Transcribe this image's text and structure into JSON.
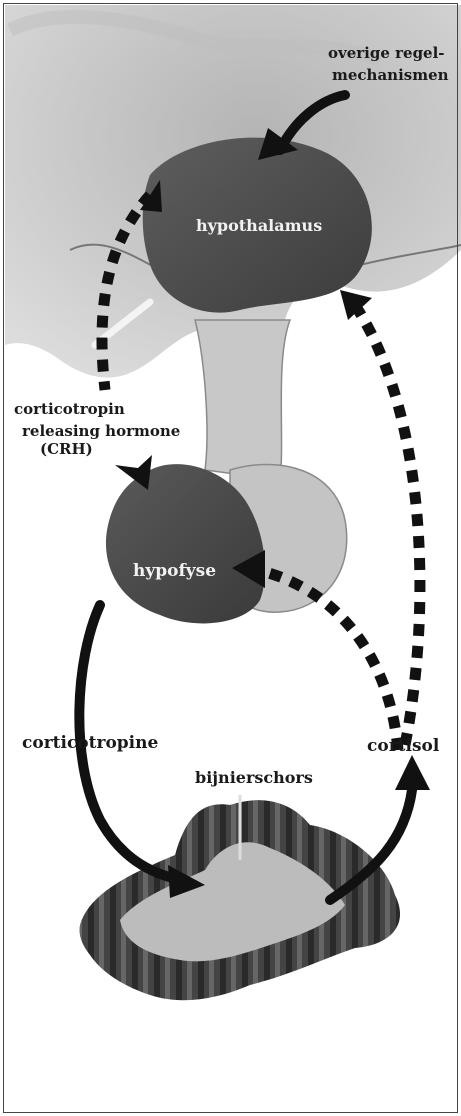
{
  "labels": {
    "other_mechanisms_line1": "overige regel-",
    "other_mechanisms_line2": "mechanismen",
    "hypothalamus": "hypothalamus",
    "crh_line1": "corticotropin",
    "crh_line2": "releasing hormone",
    "crh_line3": "(CRH)",
    "pituitary": "hypofyse",
    "corticotropine": "corticotropine",
    "cortisol": "cortisol",
    "adrenal_cortex": "bijnierschors"
  }
}
